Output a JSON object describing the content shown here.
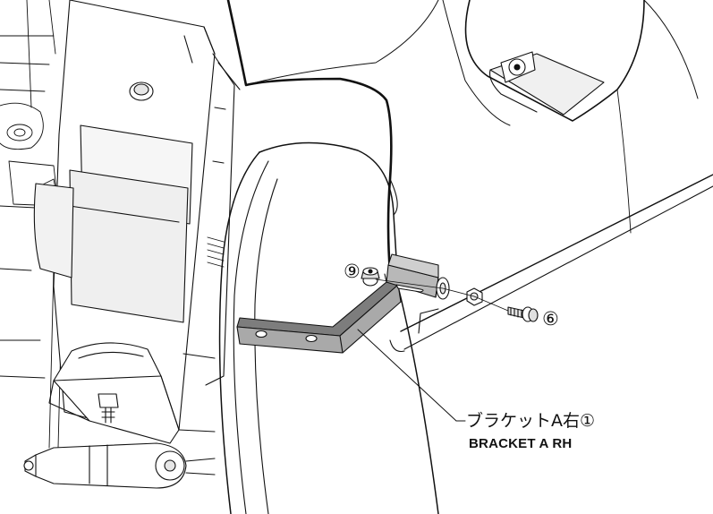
{
  "labels": {
    "nut_callout": "⑨",
    "bolt_callout": "⑥",
    "bracket_name_jp": "ブラケットA右①",
    "bracket_name_en": "BRACKET A RH"
  },
  "colors": {
    "line": "#111111",
    "bracket_fill": "#a9a9a9",
    "part_fill": "#e9e9e9",
    "background": "#ffffff"
  }
}
